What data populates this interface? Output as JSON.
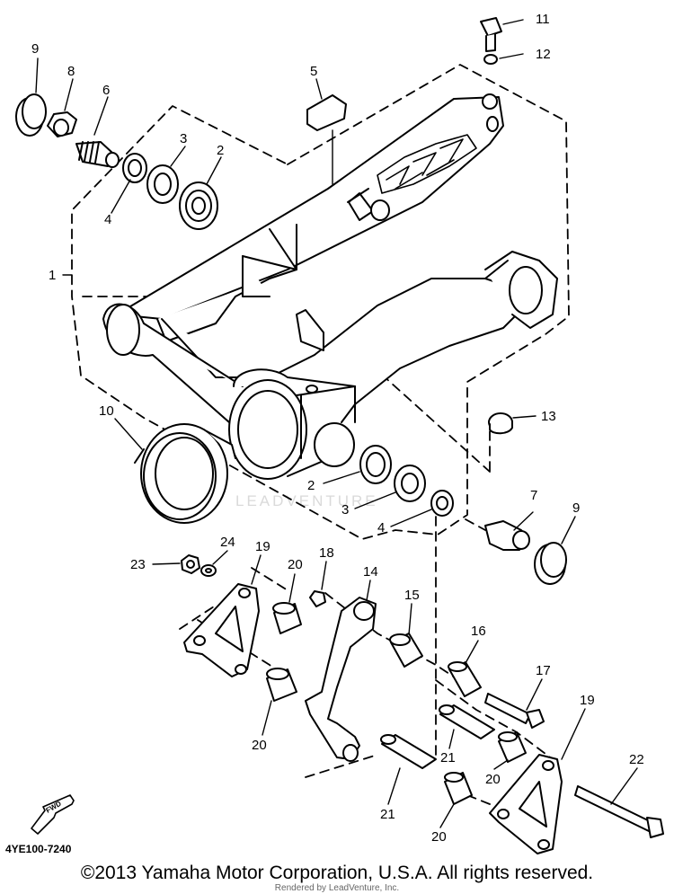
{
  "diagram": {
    "watermark": "LEADVENTURE",
    "code": "4YE100-7240",
    "fwd_label": "FWD",
    "callouts": [
      {
        "id": "c9a",
        "text": "9"
      },
      {
        "id": "c8",
        "text": "8"
      },
      {
        "id": "c6",
        "text": "6"
      },
      {
        "id": "c5",
        "text": "5"
      },
      {
        "id": "c11",
        "text": "11"
      },
      {
        "id": "c12",
        "text": "12"
      },
      {
        "id": "c3a",
        "text": "3"
      },
      {
        "id": "c2a",
        "text": "2"
      },
      {
        "id": "c4a",
        "text": "4"
      },
      {
        "id": "c1",
        "text": "1"
      },
      {
        "id": "c10",
        "text": "10"
      },
      {
        "id": "c13",
        "text": "13"
      },
      {
        "id": "c2b",
        "text": "2"
      },
      {
        "id": "c3b",
        "text": "3"
      },
      {
        "id": "c4b",
        "text": "4"
      },
      {
        "id": "c7",
        "text": "7"
      },
      {
        "id": "c9b",
        "text": "9"
      },
      {
        "id": "c23",
        "text": "23"
      },
      {
        "id": "c24",
        "text": "24"
      },
      {
        "id": "c19a",
        "text": "19"
      },
      {
        "id": "c20a",
        "text": "20"
      },
      {
        "id": "c18",
        "text": "18"
      },
      {
        "id": "c14",
        "text": "14"
      },
      {
        "id": "c15",
        "text": "15"
      },
      {
        "id": "c16",
        "text": "16"
      },
      {
        "id": "c17",
        "text": "17"
      },
      {
        "id": "c20b",
        "text": "20"
      },
      {
        "id": "c21a",
        "text": "21"
      },
      {
        "id": "c20c",
        "text": "20"
      },
      {
        "id": "c19b",
        "text": "19"
      },
      {
        "id": "c22",
        "text": "22"
      },
      {
        "id": "c21b",
        "text": "21"
      },
      {
        "id": "c20d",
        "text": "20"
      }
    ]
  },
  "footer": {
    "copyright": "©2013 Yamaha Motor Corporation, U.S.A. All rights reserved.",
    "rendered_by": "Rendered by LeadVenture, Inc."
  }
}
